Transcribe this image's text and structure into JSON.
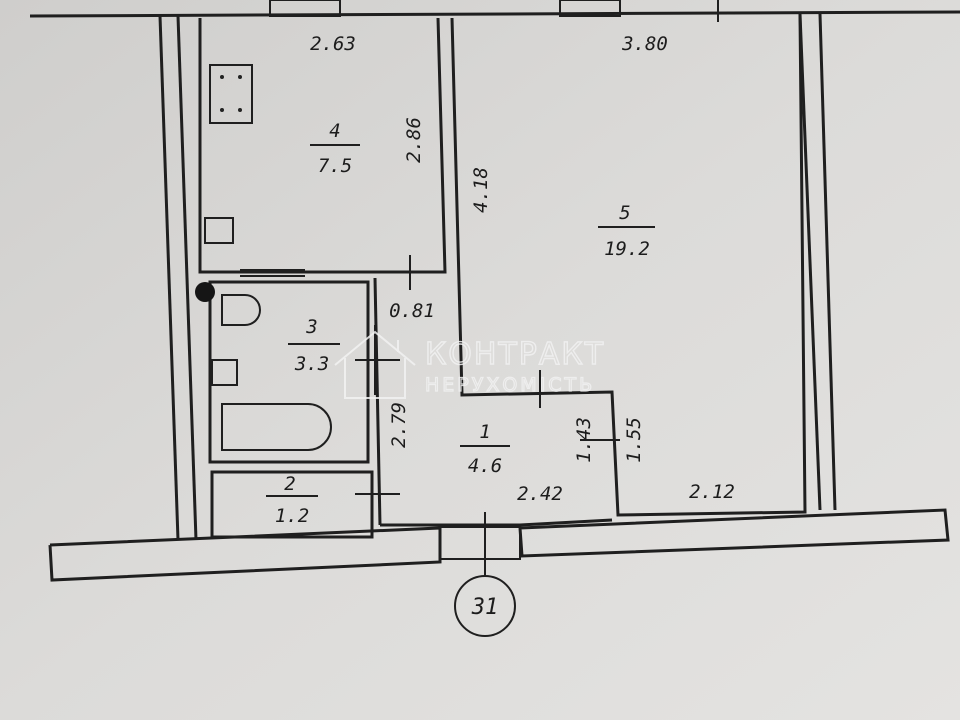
{
  "rooms": [
    {
      "number": "4",
      "area": "7.5"
    },
    {
      "number": "5",
      "area": "19.2"
    },
    {
      "number": "3",
      "area": "3.3"
    },
    {
      "number": "2",
      "area": "1.2"
    },
    {
      "number": "1",
      "area": "4.6"
    }
  ],
  "dimensions": {
    "kitchen_width": "2.63",
    "kitchen_depth": "2.86",
    "room_width": "3.80",
    "room_depth": "4.18",
    "passage": "0.81",
    "bath_depth": "2.79",
    "hall_side": "1.43",
    "room_side": "1.55",
    "hall_width": "2.42",
    "room_bottom": "2.12"
  },
  "apartment_number": "31",
  "watermark": {
    "line1": "КОНТРАКТ",
    "line2": "НЕРУХОМІСТЬ"
  }
}
